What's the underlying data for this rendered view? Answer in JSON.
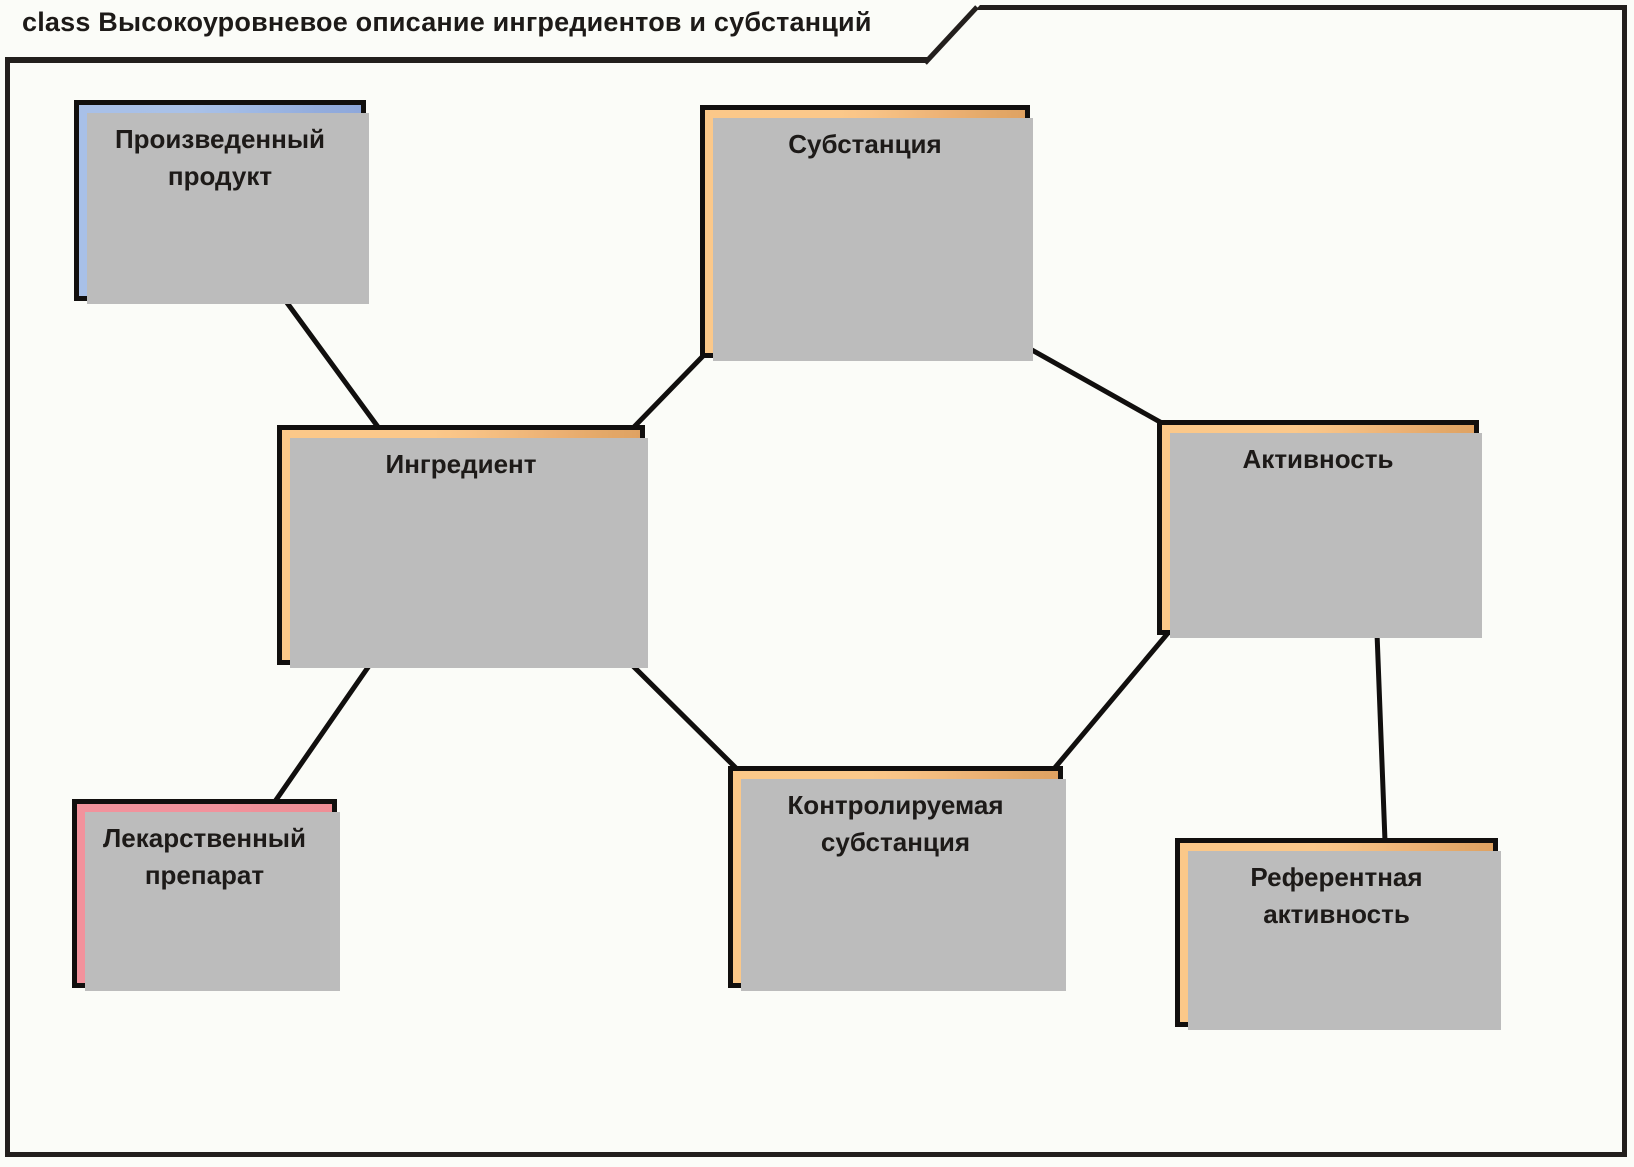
{
  "diagram": {
    "kind": "class",
    "title_prefix": "class",
    "title": "class Высокоуровневое описание ингредиентов и субстанций",
    "background_color": "#fbfcf8",
    "frame_color": "#231f1d"
  },
  "nodes": [
    {
      "id": "product",
      "label": "Произведенный продукт",
      "fill": "#a8c0e8",
      "fill_end": "#8ea8db",
      "border": "#110f0e",
      "shadow": "#bcbcbc"
    },
    {
      "id": "substance",
      "label": "Субстанция",
      "fill": "#fbc889",
      "fill_end": "#dfa262",
      "border": "#110f0e",
      "shadow": "#bcbcbc"
    },
    {
      "id": "ingredient",
      "label": "Ингредиент",
      "fill": "#fbc889",
      "fill_end": "#dfa262",
      "border": "#110f0e",
      "shadow": "#bcbcbc"
    },
    {
      "id": "activity",
      "label": "Активность",
      "fill": "#fbc889",
      "fill_end": "#dfa262",
      "border": "#110f0e",
      "shadow": "#bcbcbc"
    },
    {
      "id": "drug",
      "label": "Лекарственный препарат",
      "fill": "#f2929c",
      "fill_end": "#ef8e95",
      "border": "#110f0e",
      "shadow": "#bcbcbc"
    },
    {
      "id": "controlled",
      "label": "Контролируемая субстанция",
      "fill": "#fbc889",
      "fill_end": "#dfa262",
      "border": "#110f0e",
      "shadow": "#bcbcbc"
    },
    {
      "id": "refactivity",
      "label": "Референтная активность",
      "fill": "#fbc889",
      "fill_end": "#dfa262",
      "border": "#110f0e",
      "shadow": "#bcbcbc"
    }
  ],
  "edges": [
    {
      "id": "product-ingredient",
      "from": "product",
      "to": "ingredient",
      "style": "solid"
    },
    {
      "id": "substance-ingredient",
      "from": "substance",
      "to": "ingredient",
      "style": "solid"
    },
    {
      "id": "substance-activity",
      "from": "substance",
      "to": "activity",
      "style": "solid"
    },
    {
      "id": "ingredient-drug",
      "from": "ingredient",
      "to": "drug",
      "style": "solid"
    },
    {
      "id": "ingredient-controlled",
      "from": "ingredient",
      "to": "controlled",
      "style": "solid"
    },
    {
      "id": "activity-controlled",
      "from": "activity",
      "to": "controlled",
      "style": "solid"
    },
    {
      "id": "activity-refactivity",
      "from": "activity",
      "to": "refactivity",
      "style": "solid"
    }
  ]
}
